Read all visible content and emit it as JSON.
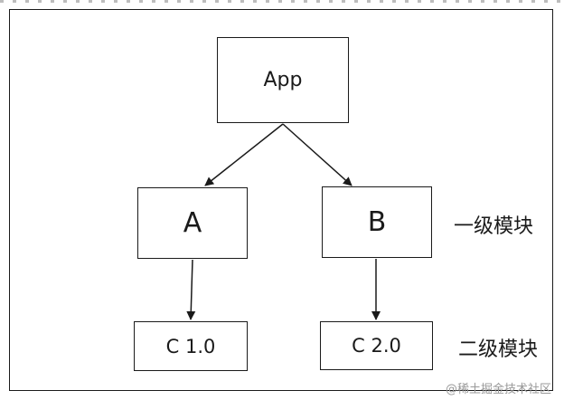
{
  "nodes": {
    "app": "App",
    "a": "A",
    "b": "B",
    "c1": "C 1.0",
    "c2": "C 2.0"
  },
  "levels": {
    "first": "一级模块",
    "second": "二级模块"
  },
  "watermark": "@稀土掘金技术社区",
  "edges": [
    {
      "from": "App",
      "to": "A"
    },
    {
      "from": "App",
      "to": "B"
    },
    {
      "from": "A",
      "to": "C 1.0"
    },
    {
      "from": "B",
      "to": "C 2.0"
    }
  ],
  "colors": {
    "stroke": "#1a1a1a",
    "background": "#ffffff",
    "watermark": "#9a9a9a"
  }
}
